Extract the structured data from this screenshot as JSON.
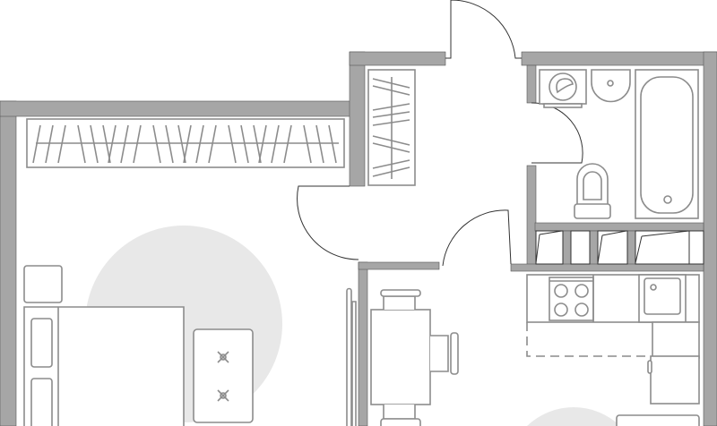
{
  "plan": {
    "type": "apartment floor plan",
    "colors": {
      "wall": "#a6a6a6",
      "furniture_stroke": "#8c8c8c",
      "zone": "#e8e8e8",
      "background": "#ffffff"
    },
    "rooms": [
      "living-room",
      "hallway",
      "bathroom",
      "storage",
      "kitchen"
    ]
  }
}
